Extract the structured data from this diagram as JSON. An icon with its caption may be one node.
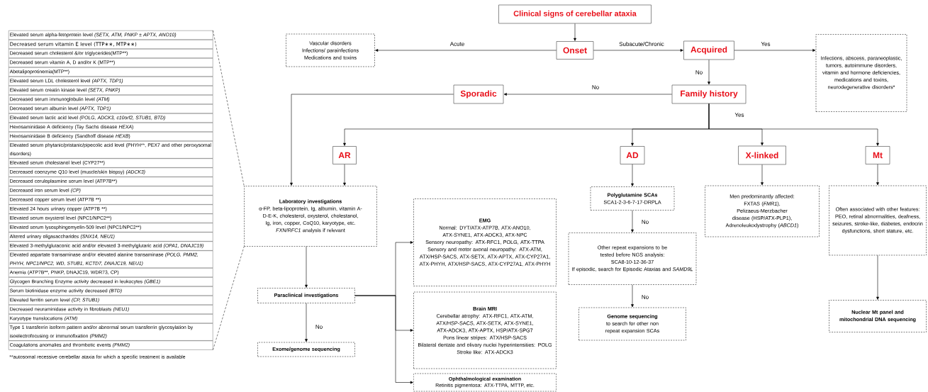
{
  "diagram": {
    "nodes": [
      {
        "text": [
          "Clinical signs of cerebellar ataxia"
        ]
      },
      {
        "text": [
          "Onset"
        ]
      },
      {
        "text": [
          "Vascular disorders",
          "Infections/ parainfections",
          "Medications and toxins"
        ]
      },
      {
        "text": [
          "Acquired"
        ]
      },
      {
        "text": [
          "Infections, abscess, paraneoplastic, tumors, autoimmune disorders, vitamin and hormone deficiencies, medications and toxins, neurodegenerative disorders*"
        ]
      },
      {
        "text": [
          "Family history"
        ]
      },
      {
        "text": [
          "Sporadic"
        ]
      },
      {
        "text": [
          "AR"
        ]
      },
      {
        "text": [
          "AD"
        ]
      },
      {
        "text": [
          "X-linked"
        ]
      },
      {
        "text": [
          "Mt"
        ]
      },
      {
        "text": [
          "Laboratory investigations",
          "α-FP, beta-lipoprotein, Ig, albumin, vitamin A-D-E-K, cholesterol, oxysterol, cholestanol, Ig, iron, copper, CoQ10, karyotype, etc.",
          "*FXN/RFC1* analysis if relevant"
        ]
      },
      {
        "text": [
          "Paraclinical investigations"
        ]
      },
      {
        "text": [
          "Exome/genome sequencing"
        ]
      },
      {
        "text": [
          "EMG",
          "Normal: DYT/ATX-ATP7B, ATX-ANO10, ATX-SYNE1, ATX-ADCK3, ATX-NPC",
          "Sensory neuropathy: ATX-RFC1, POLG, ATX-TTPA",
          "Sensory and motor axonal neuropathy: ATX-ATM, ATX/HSP-SACS, ATX-SETX, ATX-APTX, ATX-CYP27A1, ATX-PHYH, ATX/HSP-SACS, ATX-CYP27A1, ATX-PHYH"
        ]
      },
      {
        "text": [
          "Brain MRI",
          "Cerebellar atrophy: ATX-RFC1, ATX-ATM, ATX/HSP-SACS, ATX-SETX, ATX-SYNE1, ATX-ADCK3, ATX-APTX, HSP/ATX-SPG7",
          "Pons linear stripes: ATX/HSP-SACS",
          "Bilateral dentate and olivary nuclei hyperintensities: POLG",
          "Stroke like: ATX-ADCK3"
        ]
      },
      {
        "text": [
          "Ophthalmological examination",
          "Retinitis pigmentosa: ATX-TTPA, MTTP, etc."
        ]
      },
      {
        "text": [
          "Polyglutamine SCAs",
          "SCA1-2-3-6-7-17-DRPLA"
        ]
      },
      {
        "text": [
          "Other repeat expansions to be tested before NGS analysis:",
          "SCA8-10-12-36-37",
          "If episodic, search for Episodic Ataxias and *SAMD9L*"
        ]
      },
      {
        "text": [
          "Genome sequencing",
          "to search for other non repeat expansion SCAs"
        ]
      },
      {
        "text": [
          "Men predominantly affected:",
          "FXTAS (*FMR1*),",
          "Pelizaeus-Merzbacher disease (HSP/ATX-PLP1),",
          "Adrenoleukodystrophy (*ABCD1*)"
        ]
      },
      {
        "text": [
          "Often associated with other features:",
          "PEO, retinal abnormalities, deafness, seizures, stroke-like, diabetes, endocrin dysfunctions, short stature, etc."
        ]
      },
      {
        "text": [
          "Nuclear Mt panel and mitochondrial DNA sequencing"
        ]
      }
    ],
    "edges": [
      {
        "from": 0,
        "to": 1,
        "arrow": "to"
      },
      {
        "from": 1,
        "to": 2,
        "arrow": "to",
        "label": "Acute"
      },
      {
        "from": 1,
        "to": 3,
        "arrow": "to",
        "label": "Subacute/Chronic"
      },
      {
        "from": 3,
        "to": 4,
        "arrow": "to",
        "label": "Yes"
      },
      {
        "from": 3,
        "to": 5,
        "arrow": "to",
        "label": "No"
      },
      {
        "from": 5,
        "to": 6,
        "arrow": "to",
        "label": "No"
      },
      {
        "from": 5,
        "to": 7,
        "arrow": "to",
        "label": "Yes"
      },
      {
        "from": 5,
        "to": 8,
        "arrow": "to"
      },
      {
        "from": 5,
        "to": 9,
        "arrow": "to"
      },
      {
        "from": 5,
        "to": 10,
        "arrow": "to"
      },
      {
        "from": 6,
        "to": 11,
        "arrow": "to"
      },
      {
        "from": 7,
        "to": 11,
        "arrow": "to"
      },
      {
        "from": 11,
        "to": 12,
        "arrow": "to"
      },
      {
        "from": 12,
        "to": 13,
        "arrow": "to",
        "label": "No"
      },
      {
        "from": 12,
        "to": 14,
        "arrow": "to"
      },
      {
        "from": 12,
        "to": 15,
        "arrow": "to"
      },
      {
        "from": 12,
        "to": 16,
        "arrow": "to"
      },
      {
        "from": 8,
        "to": 17,
        "arrow": "to"
      },
      {
        "from": 17,
        "to": 18,
        "arrow": "to",
        "label": "No"
      },
      {
        "from": 18,
        "to": 19,
        "arrow": "to",
        "label": "No"
      },
      {
        "from": 9,
        "to": 20,
        "arrow": "to"
      },
      {
        "from": 10,
        "to": 21,
        "arrow": "to"
      },
      {
        "from": 21,
        "to": 22,
        "arrow": "to"
      }
    ],
    "labels": [
      "Elevated serum alpha-fetoprotein level *(SETX, ATM, PNKP ± APTX, ANO10)*",
      "Decreased serum vitamin E level (TTP∗∗, MTP∗∗)",
      "Decreased serum cholesterol &/or triglycerides(MTP**)",
      "Decreased serum vitamin A, D and/or K (MTP**)",
      "Abetalipoprotinemia(MTP**)",
      "Elevated serum LDL cholesterol level *(APTX, TDP1)*",
      "Elevated serum creatin kinase level *(SETX, PNKP)*",
      "Decreased serum immunoglobulin level *(ATM)*",
      "Decreased serum albumin level *(APTX, TDP1)*",
      "Elevated serum lactic acid level *(POLG, ADCK3, c10orf2, STUB1, BTD)*",
      "Hexosaminidase A deficiency (Tay Sachs disease *HEXA*)",
      "Hexosaminidase B deficiency (Sandhoff disease *HEXB*)",
      "Elevated serum phytanic/pristanic/pipecolic acid level (PHYH**, PEX7 and other peroxysomal disorders)",
      "Elevated serum cholestanol level (CYP27**)",
      "Decreased coenzyme Q10 level (muscle/skin biopsy) *(ADCK3)*",
      "Decreased ceruloplasmine serum level (ATP7B**)",
      "Decreased iron serum level *(CP)*",
      "Decreased copper serum level (ATP7B **)",
      "Elevated 24 hours urinary copper (ATP7B **)",
      "Elevated serum oxysterol level (NPC1/NPC2**)",
      "Elevated serum lysosphingomyelin-509 level (NPC1/NPC2**)",
      "Altered urinary oligasaccharides *(SNX14, NEU1)*",
      "Elevated 3-methylglutaconic acid and/or elevated 3-methylglutaric acid *(OPA1, DNAJC19)*",
      "Elevated aspartate transaminase and/or elevated alanine transaminase *(POLG, PMM2, PHYH, NPC1/NPC2, WD, STUB1, KCTD7, DNAJC19, NEU1)*",
      "Anemia (ATP7B**, PNKP, DNAJC19, WDR73, CP)",
      "Glycogen Branching Enzyme activity decreased in leukocytes *(GBE1)*",
      "Serum biotinidase enzyme activity decreased *(BTD)*",
      "Elevated ferritin serum level *(CP, STUB1)*",
      "Decreased neuraminidase activity in fibroblasts *(NEU1)*",
      "Karyotype translocations *(ATM)*",
      "Type 1 transferrin isoform pattern and/or abnormal serum transferrin glycosylation by isoelectrofocusing or immunofixation *(PMM2)*",
      "Coagulations anomalies and thrombotic events *(PMM2)*",
      "**autosomal recessive cerebellar ataxia for which a specific treatment is available"
    ]
  }
}
